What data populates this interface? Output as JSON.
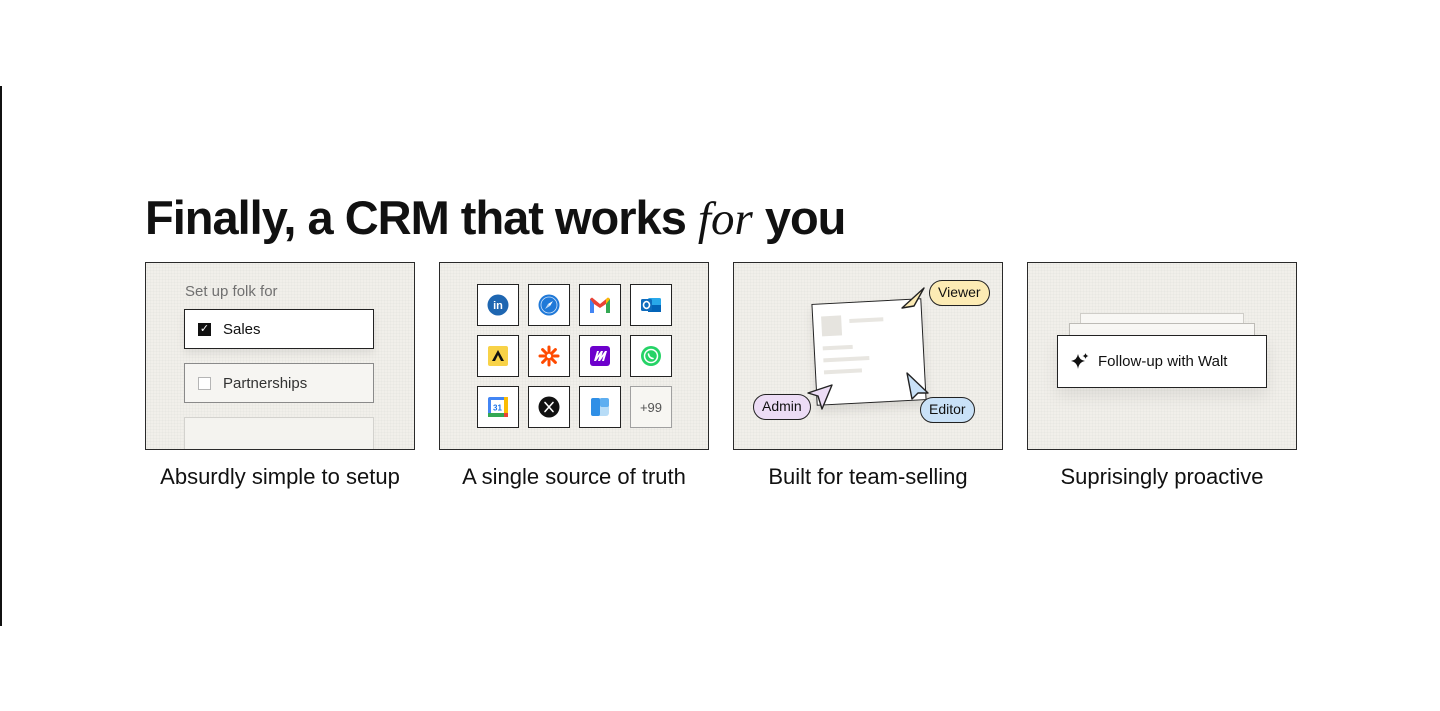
{
  "headline": {
    "before": "Finally, a CRM that works ",
    "emphasis": "for",
    "after": " you"
  },
  "cards": {
    "setup": {
      "label": "Set up folk for",
      "options": [
        {
          "label": "Sales",
          "checked": true
        },
        {
          "label": "Partnerships",
          "checked": false
        }
      ],
      "caption": "Absurdly simple to setup"
    },
    "integrations": {
      "tiles": [
        "linkedin-icon",
        "safari-icon",
        "gmail-icon",
        "outlook-icon",
        "apollo-icon",
        "zapier-icon",
        "make-icon",
        "whatsapp-icon",
        "google-calendar-icon",
        "x-icon",
        "app-icon"
      ],
      "calendar_day": "31",
      "more_label": "+99",
      "caption": "A single source of truth"
    },
    "team": {
      "roles": {
        "viewer": "Viewer",
        "admin": "Admin",
        "editor": "Editor"
      },
      "colors": {
        "viewer": "#fcebb4",
        "admin": "#ecdcf5",
        "editor": "#c9e1f7"
      },
      "caption": "Built for team-selling"
    },
    "proactive": {
      "action_label": "Follow-up with Walt",
      "icon": "sparkle-icon",
      "caption": "Suprisingly proactive"
    }
  }
}
